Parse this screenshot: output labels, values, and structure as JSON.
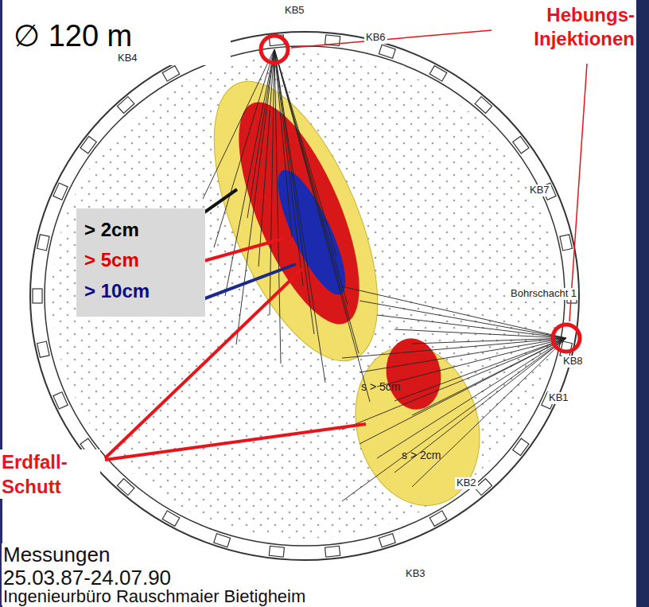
{
  "diagram": {
    "nodes": [
      {
        "text": [
          "∅ 120 m"
        ]
      },
      {
        "text": [
          "> 2cm",
          "> 5cm",
          "> 10cm"
        ]
      }
    ],
    "labels": [
      "Hebungs- Injektionen",
      "KB5",
      "KB6",
      "KB4",
      "KB7",
      "Bohrschacht 1",
      "KB8",
      "KB1",
      "KB2",
      "KB3",
      "s > 5cm",
      "s > 2cm",
      "Erdfall- Schutt",
      "Messungen 25.03.87-24.07.90",
      "Ingenieurbüro Rauschmaier Bietigheim"
    ]
  }
}
